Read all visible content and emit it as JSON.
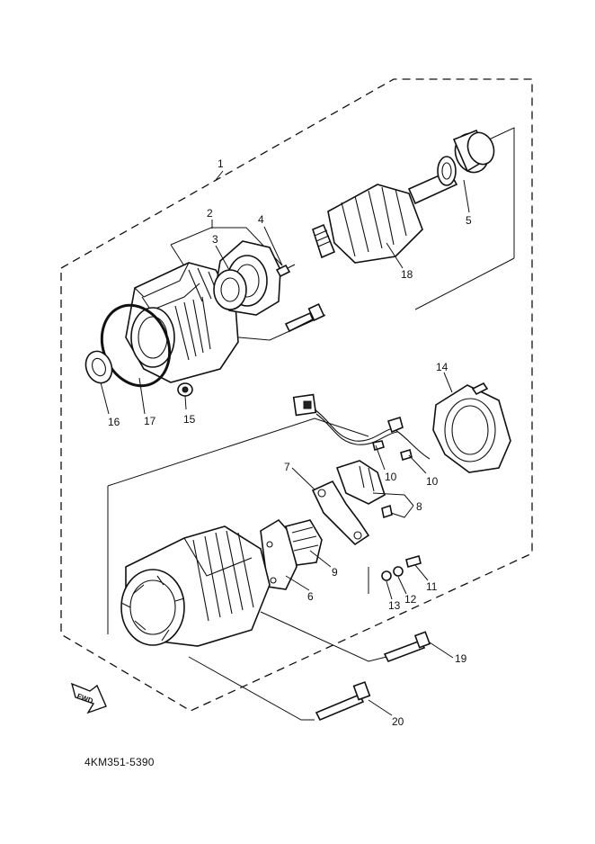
{
  "diagram": {
    "callouts": [
      "1",
      "2",
      "3",
      "4",
      "5",
      "6",
      "7",
      "8",
      "9",
      "10",
      "10",
      "11",
      "12",
      "13",
      "14",
      "15",
      "16",
      "17",
      "18",
      "19",
      "20"
    ],
    "fwd_label": "FWD"
  },
  "footer": {
    "part_code": "4KM351-5390"
  }
}
